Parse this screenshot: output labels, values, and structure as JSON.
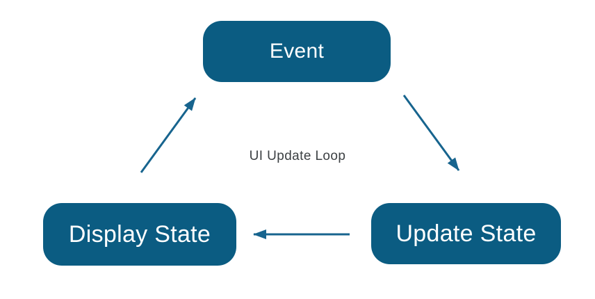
{
  "diagram": {
    "center_label": "UI Update Loop",
    "nodes": [
      {
        "id": "event",
        "label": "Event"
      },
      {
        "id": "update-state",
        "label": "Update State"
      },
      {
        "id": "display-state",
        "label": "Display State"
      }
    ],
    "edges": [
      {
        "from": "event",
        "to": "update-state",
        "direction": "down-right"
      },
      {
        "from": "update-state",
        "to": "display-state",
        "direction": "left"
      },
      {
        "from": "display-state",
        "to": "event",
        "direction": "up-right"
      }
    ],
    "colors": {
      "node_fill": "#0b5c82",
      "node_text": "#ffffff",
      "arrow": "#17648e",
      "center_label_text": "#3c4043",
      "background": "#ffffff"
    }
  }
}
